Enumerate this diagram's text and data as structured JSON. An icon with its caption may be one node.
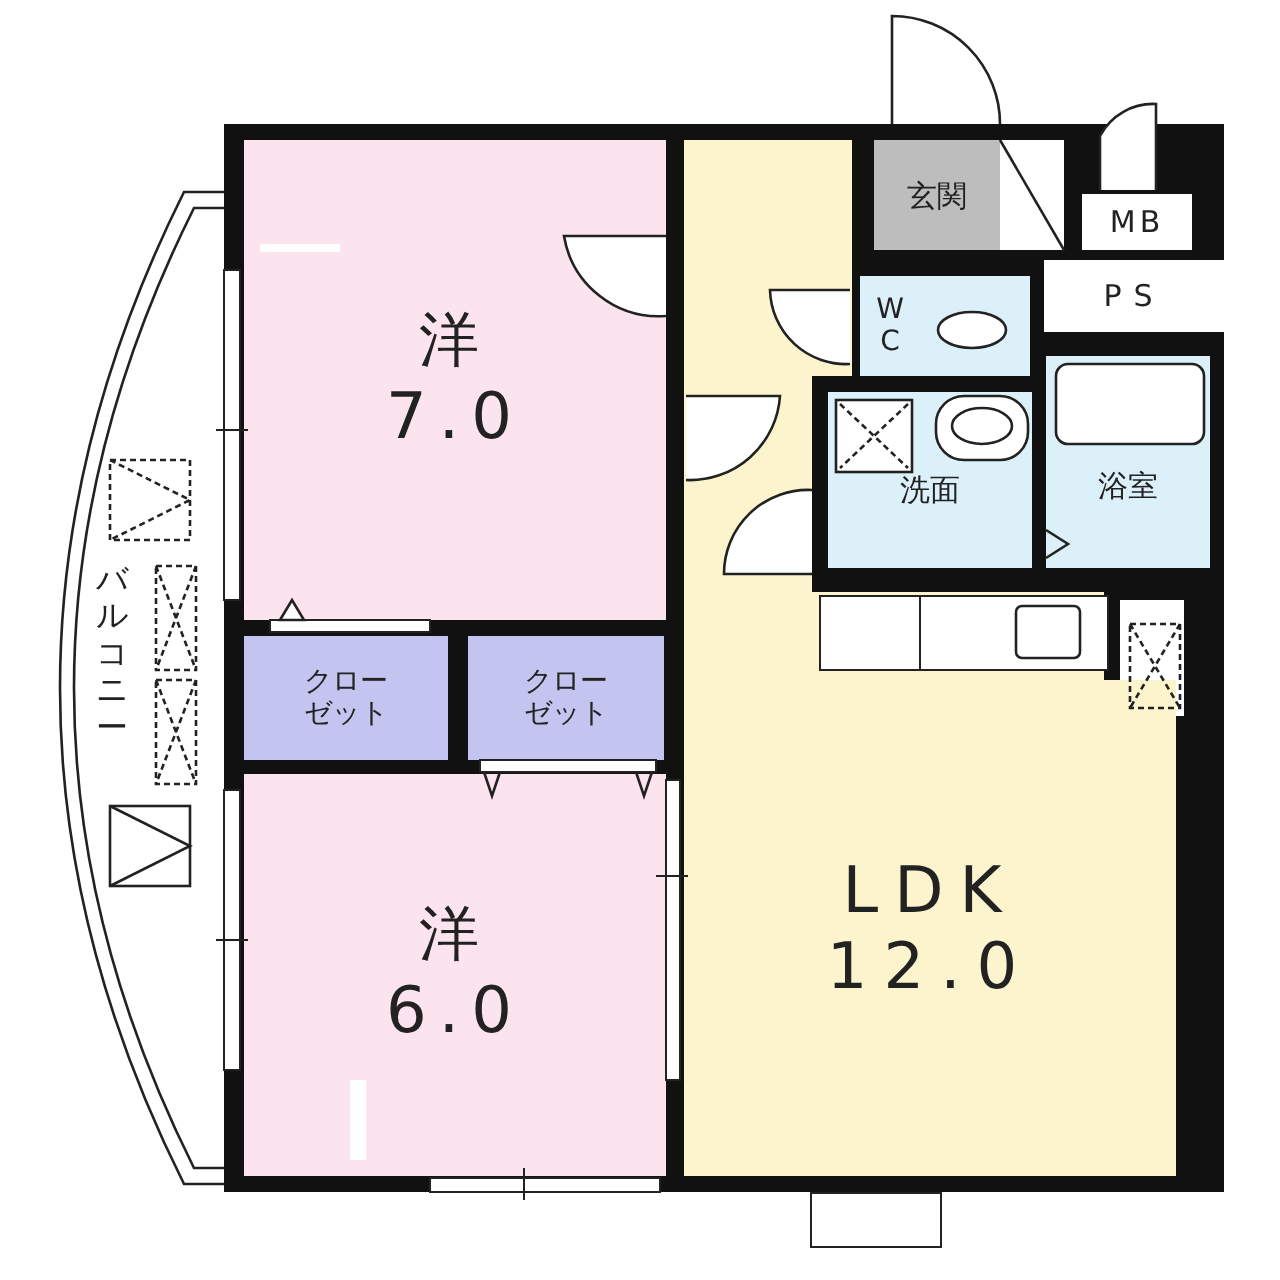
{
  "diagram": {
    "nodes": [
      {
        "text": [
          "洋",
          "7.0"
        ]
      },
      {
        "text": [
          "クローゼット"
        ]
      },
      {
        "text": [
          "クローゼット"
        ]
      },
      {
        "text": [
          "洋",
          "6.0"
        ]
      },
      {
        "text": [
          "LDK",
          "12.0"
        ]
      },
      {
        "text": [
          "玄関"
        ]
      },
      {
        "text": [
          "MB"
        ]
      },
      {
        "text": [
          "PS"
        ]
      },
      {
        "text": [
          "WC"
        ]
      },
      {
        "text": [
          "洗面"
        ]
      },
      {
        "text": [
          "浴室"
        ]
      },
      {
        "text": [
          "バルコニー"
        ]
      }
    ]
  }
}
